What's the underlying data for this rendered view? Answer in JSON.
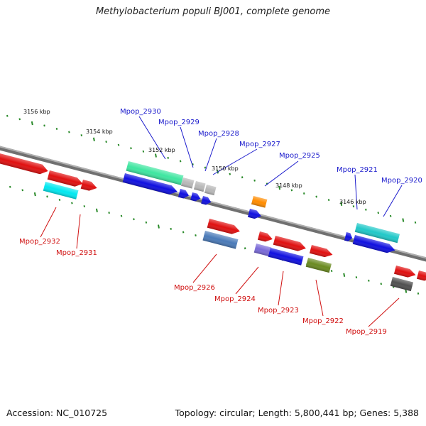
{
  "title": "Methylobacterium populi BJ001, complete genome",
  "footer": {
    "accession": "Accession: NC_010725",
    "summary": "Topology: circular; Length: 5,800,441 bp; Genes: 5,388"
  },
  "colors": {
    "label_upper_strand": "#1a1acc",
    "label_lower_strand": "#d01010",
    "backbone": "#808080",
    "ticks": "#2a8a2a"
  },
  "scale_labels": [
    "3156 kbp",
    "3154 kbp",
    "3152 kbp",
    "3150 kbp",
    "3148 kbp",
    "3146 kbp"
  ],
  "genes_upper": [
    {
      "label": "Mpop_2930",
      "color": "#3ee6a0"
    },
    {
      "label": "Mpop_2929",
      "color": "#b8b8b8"
    },
    {
      "label": "Mpop_2928",
      "color": "#b8b8b8"
    },
    {
      "label": "Mpop_2927",
      "color": "#1010e0"
    },
    {
      "label": "Mpop_2925",
      "color": "#ff8c00"
    },
    {
      "label": "Mpop_2921",
      "color": "#1010e0"
    },
    {
      "label": "Mpop_2920",
      "color": "#20c8c8"
    }
  ],
  "genes_lower": [
    {
      "label": "Mpop_2932",
      "color": "#e01010"
    },
    {
      "label": "Mpop_2931",
      "color": "#00e8f0"
    },
    {
      "label": "Mpop_2926",
      "color": "#4a7ab8"
    },
    {
      "label": "Mpop_2924",
      "color": "#7a6ad8"
    },
    {
      "label": "Mpop_2923",
      "color": "#1010e0"
    },
    {
      "label": "Mpop_2922",
      "color": "#6a8a20"
    },
    {
      "label": "Mpop_2919",
      "color": "#505050"
    }
  ]
}
